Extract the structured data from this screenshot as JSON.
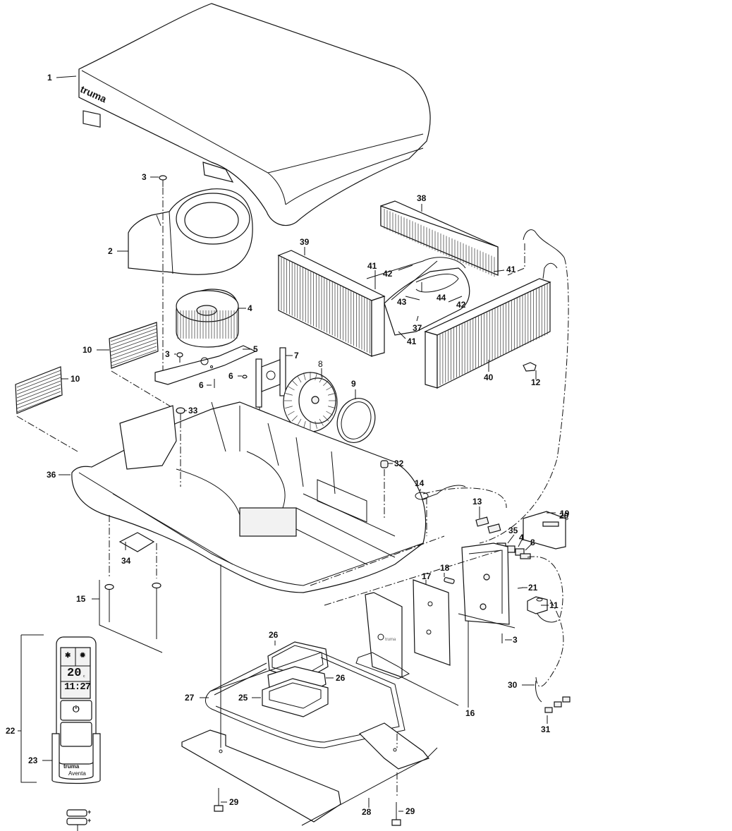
{
  "diagram": {
    "type": "exploded-parts-diagram",
    "subject": "Roof air conditioner",
    "brand_marks": {
      "cover_logo": "truma",
      "remote_logo": "truma",
      "remote_model": "Aventa",
      "electronics_housing_logo": "truma"
    },
    "remote_display": {
      "temperature": "20",
      "temperature_unit": "c",
      "time": "11:27"
    },
    "callouts": [
      {
        "id": "1",
        "part": "cover"
      },
      {
        "id": "2",
        "part": "blower-housing"
      },
      {
        "id": "3",
        "part": "screw-top"
      },
      {
        "id": "4",
        "part": "evaporator-fan-wheel"
      },
      {
        "id": "5",
        "part": "motor-bracket"
      },
      {
        "id": "3",
        "part": "screw-bracket"
      },
      {
        "id": "6",
        "part": "screw-bracket-bottom"
      },
      {
        "id": "6",
        "part": "screw-plate"
      },
      {
        "id": "7",
        "part": "motor-mounting-plate"
      },
      {
        "id": "8",
        "part": "condenser-fan-wheel"
      },
      {
        "id": "9",
        "part": "fan-ring"
      },
      {
        "id": "10",
        "part": "air-grille-upper"
      },
      {
        "id": "10",
        "part": "air-grille-lower"
      },
      {
        "id": "33",
        "part": "grommet"
      },
      {
        "id": "36",
        "part": "base-tray"
      },
      {
        "id": "32",
        "part": "plug"
      },
      {
        "id": "14",
        "part": "sensor-clip"
      },
      {
        "id": "13",
        "part": "connector-cable"
      },
      {
        "id": "19",
        "part": "terminal-cover"
      },
      {
        "id": "20",
        "part": "cover-screw"
      },
      {
        "id": "35",
        "part": "connector-a"
      },
      {
        "id": "4",
        "part": "connector-b"
      },
      {
        "id": "8",
        "part": "connector-c"
      },
      {
        "id": "18",
        "part": "fuse"
      },
      {
        "id": "17",
        "part": "control-board"
      },
      {
        "id": "21",
        "part": "housing-screw"
      },
      {
        "id": "11",
        "part": "solenoid-coil"
      },
      {
        "id": "3",
        "part": "housing-bottom-screw"
      },
      {
        "id": "16",
        "part": "electronics-housing"
      },
      {
        "id": "30",
        "part": "power-cable"
      },
      {
        "id": "31",
        "part": "cable-terminals"
      },
      {
        "id": "34",
        "part": "pad"
      },
      {
        "id": "15",
        "part": "mounting-screws"
      },
      {
        "id": "22",
        "part": "remote-control-set"
      },
      {
        "id": "23",
        "part": "remote-holder"
      },
      {
        "id": "26",
        "part": "seal-frame-upper"
      },
      {
        "id": "26",
        "part": "seal-frame-lower"
      },
      {
        "id": "25",
        "part": "air-duct-adapter"
      },
      {
        "id": "27",
        "part": "roof-seal"
      },
      {
        "id": "28",
        "part": "mounting-frame"
      },
      {
        "id": "29",
        "part": "bolt-left"
      },
      {
        "id": "29",
        "part": "bolt-right"
      },
      {
        "id": "38",
        "part": "condenser-rear"
      },
      {
        "id": "39",
        "part": "evaporator-left"
      },
      {
        "id": "40",
        "part": "condenser-front"
      },
      {
        "id": "41",
        "part": "pipe-a"
      },
      {
        "id": "42",
        "part": "pipe-b"
      },
      {
        "id": "41",
        "part": "pipe-c"
      },
      {
        "id": "43",
        "part": "pipe-d"
      },
      {
        "id": "44",
        "part": "pipe-e"
      },
      {
        "id": "42",
        "part": "pipe-f"
      },
      {
        "id": "37",
        "part": "compressor"
      },
      {
        "id": "41",
        "part": "pipe-g"
      },
      {
        "id": "12",
        "part": "sensor-clamp"
      }
    ]
  }
}
